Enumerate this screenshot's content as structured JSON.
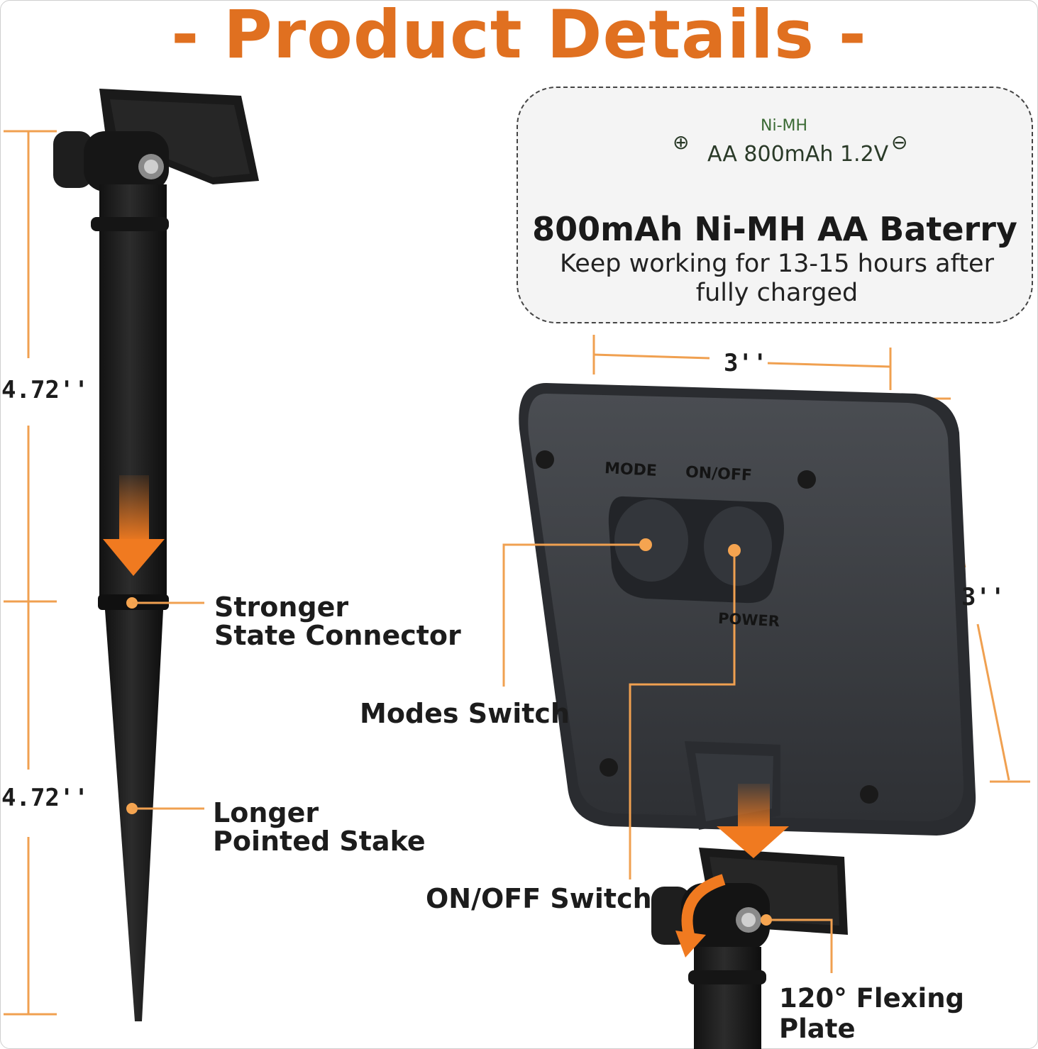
{
  "title": "- Product Details -",
  "battery": {
    "chemistry": "Ni-MH",
    "spec": "AA 800mAh 1.2V",
    "plus_symbol": "⊕",
    "minus_symbol": "⊖",
    "heading": "800mAh Ni-MH AA Baterry",
    "description": "Keep working for 13-15 hours after fully charged"
  },
  "dimensions": {
    "upper_stake": "4.72''",
    "lower_stake": "4.72''",
    "panel_width": "3''",
    "panel_height": "3''"
  },
  "panel_labels": {
    "mode": "MODE",
    "onoff": "ON/OFF",
    "power": "POWER"
  },
  "callouts": {
    "connector_line1": "Stronger",
    "connector_line2": "State Connector",
    "stake_line1": "Longer",
    "stake_line2": "Pointed Stake",
    "modes_switch": "Modes Switch",
    "onoff_switch": "ON/OFF Switch",
    "flex_plate": "120° Flexing Plate"
  },
  "colors": {
    "accent": "#e07020",
    "leader": "#f0a050",
    "arrow": "#f07a20",
    "battery_green": "#9ee08a",
    "panel": "#3a3d42"
  }
}
